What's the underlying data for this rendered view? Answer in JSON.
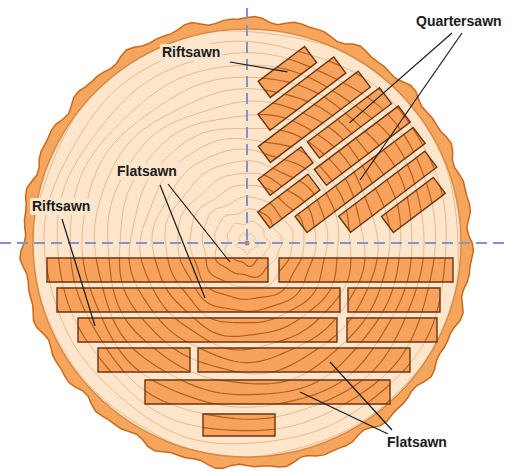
{
  "diagram": {
    "labels": [
      "Quartersawn",
      "Riftsawn",
      "Flatsawn",
      "Riftsawn",
      "Flatsawn"
    ]
  }
}
